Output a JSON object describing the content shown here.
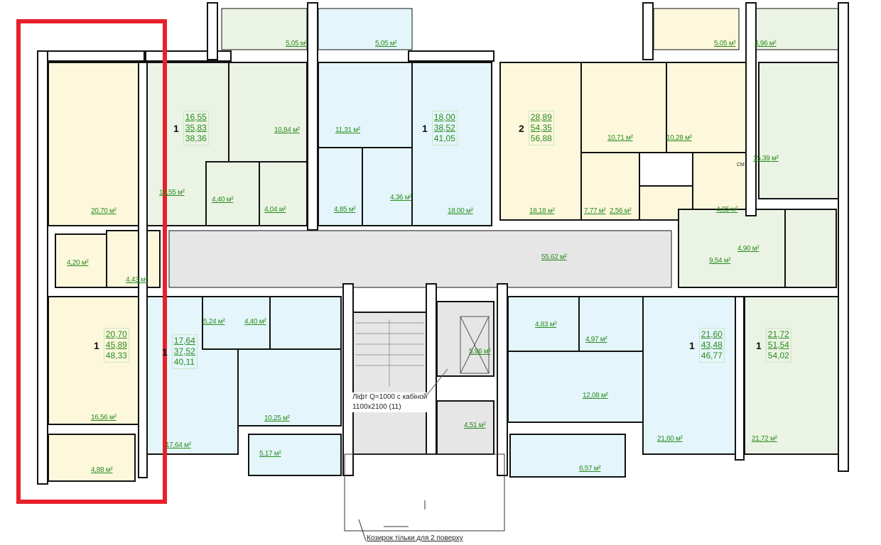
{
  "colors": {
    "yellow": "#fdf8dc",
    "green": "#ebf4e4",
    "blue": "#e4f6fb",
    "gray": "#e6e6e6",
    "label": "#2a8a1f",
    "highlight": "#e8202a"
  },
  "apartments": {
    "a": {
      "rooms": "1",
      "living": "20,70",
      "total": "45,89",
      "overall": "48,33",
      "areas": [
        "20,70 м²",
        "4,20 м²",
        "4,43 м²",
        "16,56 м²",
        "4,88 м²"
      ]
    },
    "b": {
      "rooms": "1",
      "living": "16,55",
      "total": "35,83",
      "overall": "38,36",
      "areas": [
        "16,55 м²",
        "10,84 м²",
        "4,40 м²",
        "4,04 м²",
        "5,05 м²"
      ]
    },
    "c": {
      "rooms": "1",
      "living": "18,00",
      "total": "38,52",
      "overall": "41,05",
      "areas": [
        "11,31 м²",
        "4,85 м²",
        "4,36 м²",
        "18,00 м²",
        "5,05 м²"
      ]
    },
    "d": {
      "rooms": "2",
      "living": "28,89",
      "total": "54,35",
      "overall": "56,88",
      "areas": [
        "18,18 м²",
        "10,71 м²",
        "10,28 м²",
        "7,77 м²",
        "2,56 м²",
        "4,85 м²",
        "5,05 м²"
      ]
    },
    "e": {
      "rooms": "1",
      "living": "21,72",
      "total": "51,54",
      "overall": "54,02",
      "areas": [
        "4,96 м²",
        "15,39 м²",
        "9,54 м²",
        "4,90 м²",
        "21,72 м²"
      ]
    },
    "f": {
      "rooms": "1",
      "living": "17,64",
      "total": "37,52",
      "overall": "40,11",
      "areas": [
        "5,24 м²",
        "4,40 м²",
        "17,64 м²",
        "10,25 м²",
        "5,17 м²"
      ]
    },
    "g": {
      "rooms": "1",
      "living": "21,60",
      "total": "43,48",
      "overall": "46,77",
      "areas": [
        "4,83 м²",
        "4,97 м²",
        "12,08 м²",
        "21,60 м²",
        "6,57 м²"
      ]
    }
  },
  "common": {
    "corridor": "55,62 м²",
    "lift_shaft": "5,96 м²",
    "vestibule": "4,51 м²"
  },
  "notes": {
    "lift_line1": "Ліфт Q=1000 с кабіной",
    "lift_line2": "1100x2100  (11)",
    "canopy": "Козирок тільки для 2 поверху",
    "washer": "СМ"
  }
}
